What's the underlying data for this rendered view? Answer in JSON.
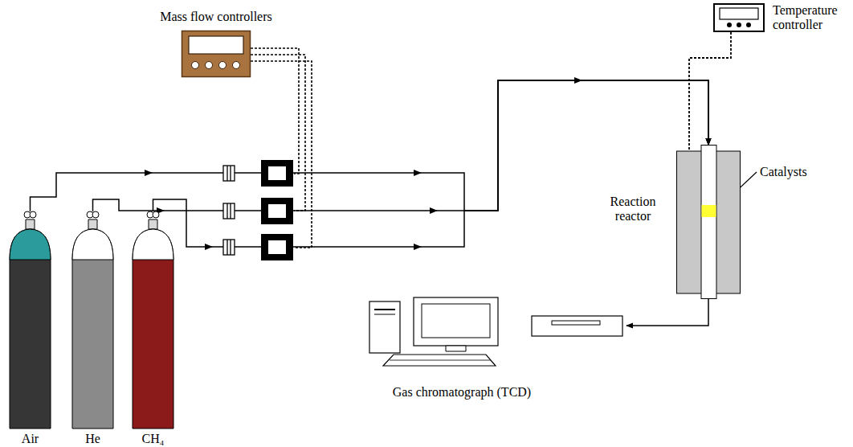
{
  "diagram": {
    "nodes": [
      {
        "text": [
          "Mass flow controllers"
        ]
      },
      {
        "text": [
          "Temperature controller"
        ]
      },
      {
        "text": [
          "Reaction reactor"
        ]
      },
      {
        "text": [
          "Gas chromatograph (TCD)"
        ]
      },
      {
        "text": [
          "Air"
        ]
      },
      {
        "text": [
          "He"
        ]
      },
      {
        "text": [
          "CH₄"
        ]
      }
    ],
    "edges": [
      {
        "from": 4,
        "to": 2,
        "arrow": "to"
      },
      {
        "from": 5,
        "to": 2,
        "arrow": "to"
      },
      {
        "from": 6,
        "to": 2,
        "arrow": "to"
      },
      {
        "from": 2,
        "to": 3,
        "arrow": "to"
      },
      {
        "from": 1,
        "to": 2,
        "arrow": "none"
      }
    ],
    "labels": [
      "Catalysts"
    ]
  }
}
